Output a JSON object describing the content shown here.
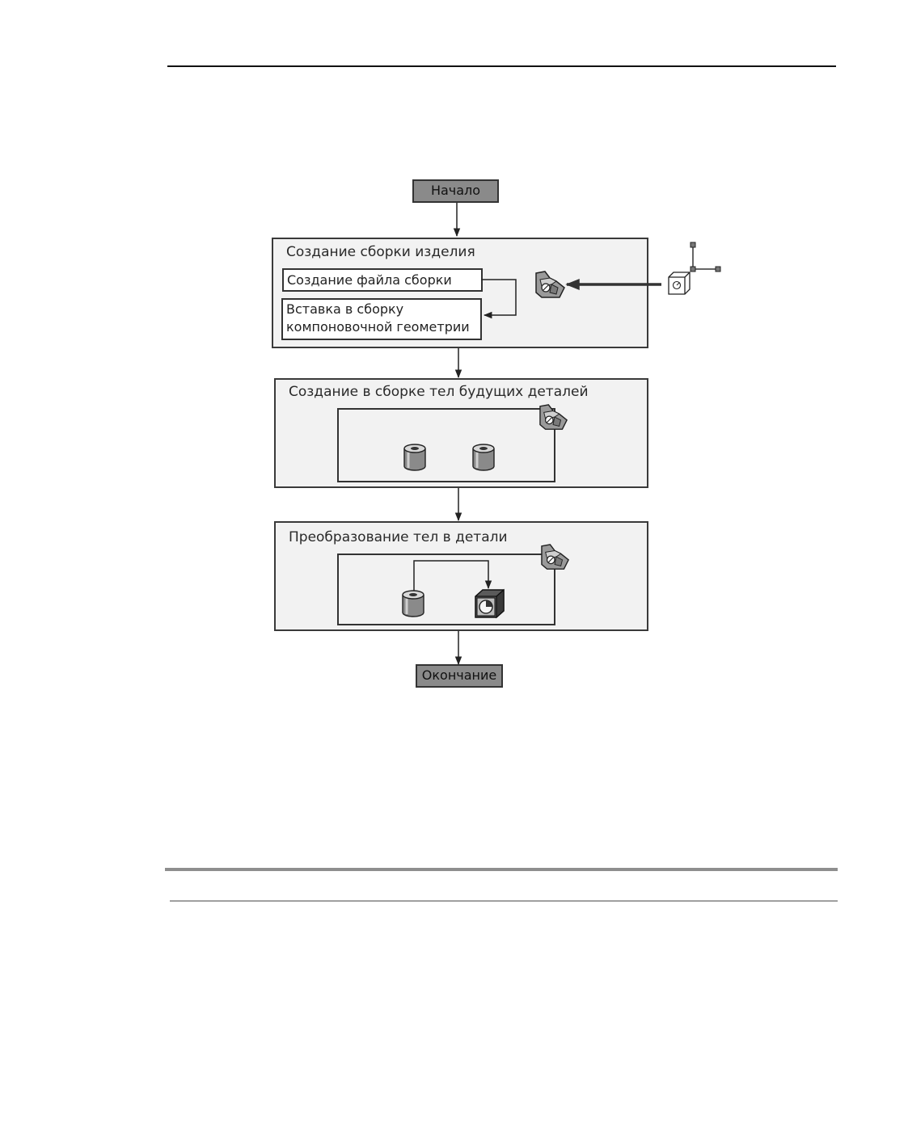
{
  "flow": {
    "start": "Начало",
    "end": "Окончание",
    "step1": {
      "title": "Создание сборки изделия",
      "sub1": "Создание файла сборки",
      "sub2_line1": "Вставка в сборку",
      "sub2_line2": "компоновочной геометрии"
    },
    "step2": {
      "title": "Создание в сборке тел будущих деталей"
    },
    "step3": {
      "title": "Преобразование тел в детали"
    }
  },
  "icons": {
    "assembly": "assembly-icon",
    "layout_part": "layout-geometry-part-icon",
    "body": "cylinder-body-icon",
    "part": "part-icon"
  },
  "colors": {
    "terminal_fill": "#8a8a8a",
    "panel_fill": "#f2f2f2",
    "line": "#333333"
  }
}
